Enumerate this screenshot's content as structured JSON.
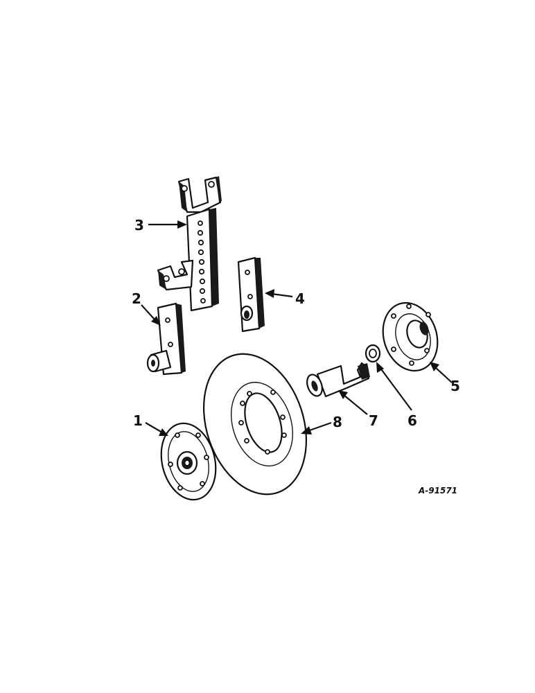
{
  "figure": {
    "reference_code": "A-91571",
    "callouts": [
      {
        "id": "1",
        "label": "1"
      },
      {
        "id": "2",
        "label": "2"
      },
      {
        "id": "3",
        "label": "3"
      },
      {
        "id": "4",
        "label": "4"
      },
      {
        "id": "5",
        "label": "5"
      },
      {
        "id": "6",
        "label": "6"
      },
      {
        "id": "7",
        "label": "7"
      },
      {
        "id": "8",
        "label": "8"
      }
    ]
  }
}
